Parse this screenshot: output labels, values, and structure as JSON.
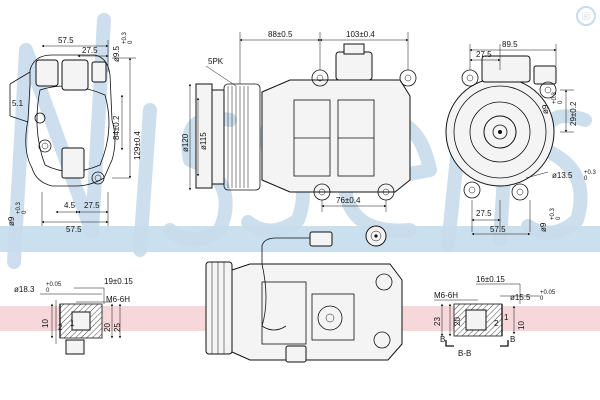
{
  "watermark": {
    "brand": "Nissens",
    "registered": "®",
    "stripe_colors": [
      "#b9d6ea",
      "#f3c9cd"
    ]
  },
  "views": {
    "rear": {
      "dims": {
        "w575": "57.5",
        "w275": "27.5",
        "d95": "ø9.5",
        "d95_tol": "+0.3\n0",
        "d129": "129±0.4",
        "d84": "84±0.2",
        "d51": "5.1",
        "w45": "4.5",
        "w275b": "27.5",
        "w575b": "57.5",
        "d9": "ø9",
        "d9_tol": "+0.3\n0"
      }
    },
    "side": {
      "dims": {
        "l88": "88±0.5",
        "l103": "103±0.4",
        "pk": "5PK",
        "d120": "ø120",
        "d115": "ø115",
        "l76": "76±0.4"
      }
    },
    "front": {
      "dims": {
        "w895": "89.5",
        "w275": "27.5",
        "d9": "ø9",
        "d9_tol": "+0.3\n0",
        "h29": "29±0.2",
        "d135": "ø13.5",
        "d135_tol": "+0.3\n0",
        "w275b": "27.5",
        "w575": "57.5",
        "d9b": "ø9",
        "d9b_tol": "+0.3\n0"
      }
    },
    "detail_left": {
      "dims": {
        "d183": "ø18.3",
        "d183_tol": "+0.05\n0",
        "l19": "19±0.15",
        "m6": "M6-6H",
        "h10": "10",
        "h2": "2",
        "h1": "1",
        "h20": "20",
        "h25": "25"
      }
    },
    "detail_right": {
      "dims": {
        "l16": "16±0.15",
        "m6": "M6-6H",
        "d155": "ø15.5",
        "d155_tol": "+0.05\n0",
        "h23": "23",
        "h20": "20",
        "h2": "2",
        "h1": "1",
        "h10": "10",
        "section": "B-B",
        "b_left": "B",
        "b_right": "B"
      }
    }
  }
}
